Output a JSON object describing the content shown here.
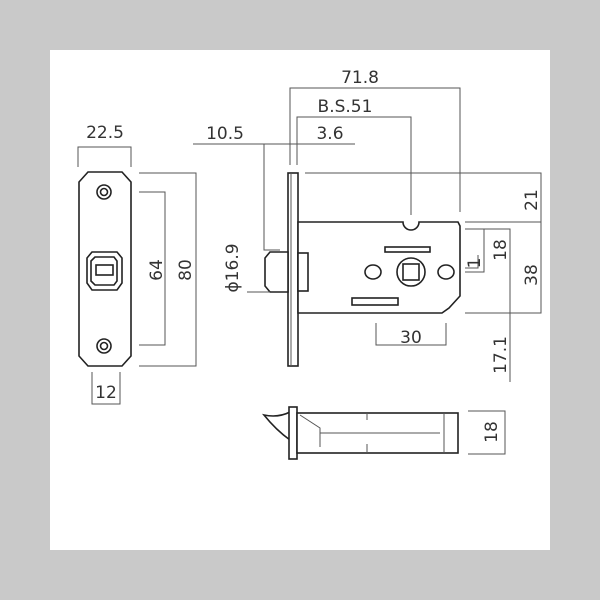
{
  "drawing": {
    "strike_plate": {
      "width": "22.5",
      "hole_spacing": "64",
      "height": "80",
      "opening_width": "12"
    },
    "latch_front": {
      "overall_length": "71.8",
      "backset": "B.S.51",
      "latch_projection": "10.5",
      "faceplate_thickness": "3.6",
      "latch_diameter": "ϕ16.9",
      "spindle_offset": "30"
    },
    "latch_side": {
      "top_to_body": "21",
      "spindle_height": "18",
      "small_offset": "1",
      "body_height": "38",
      "bottom_offset": "17.1"
    },
    "latch_bottom": {
      "body_thickness": "18"
    }
  }
}
